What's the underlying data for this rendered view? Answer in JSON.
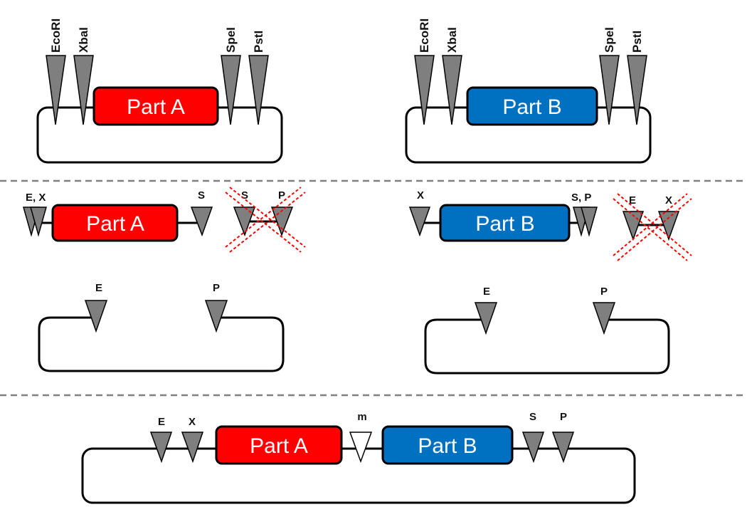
{
  "colors": {
    "part_a": "#ff0000",
    "part_b": "#0070c0",
    "site": "#7f7f7f",
    "marker": "#ffffff",
    "cross": "#ff0000",
    "divider": "#808080",
    "line": "#000000"
  },
  "top_panel": {
    "left": {
      "part_label": "Part A",
      "sites": {
        "ecori": "EcoRI",
        "xbai": "XbaI",
        "spei": "SpeI",
        "psti": "PstI"
      }
    },
    "right": {
      "part_label": "Part B",
      "sites": {
        "ecori": "EcoRI",
        "xbai": "XbaI",
        "spei": "SpeI",
        "psti": "PstI"
      }
    }
  },
  "middle_panel": {
    "left_insert": {
      "part_label": "Part A",
      "left_sites": "E, X",
      "right_site": "S",
      "crossed_sites": {
        "first": "S",
        "second": "P"
      }
    },
    "right_insert": {
      "part_label": "Part B",
      "left_site": "X",
      "right_sites": "S, P",
      "crossed_sites": {
        "first": "E",
        "second": "X"
      }
    },
    "left_backbone": {
      "site_1": "E",
      "site_2": "P"
    },
    "right_backbone": {
      "site_1": "E",
      "site_2": "P"
    }
  },
  "bottom_panel": {
    "part_a_label": "Part A",
    "part_b_label": "Part B",
    "sites": {
      "e": "E",
      "x": "X",
      "m": "m",
      "s": "S",
      "p": "P"
    }
  }
}
